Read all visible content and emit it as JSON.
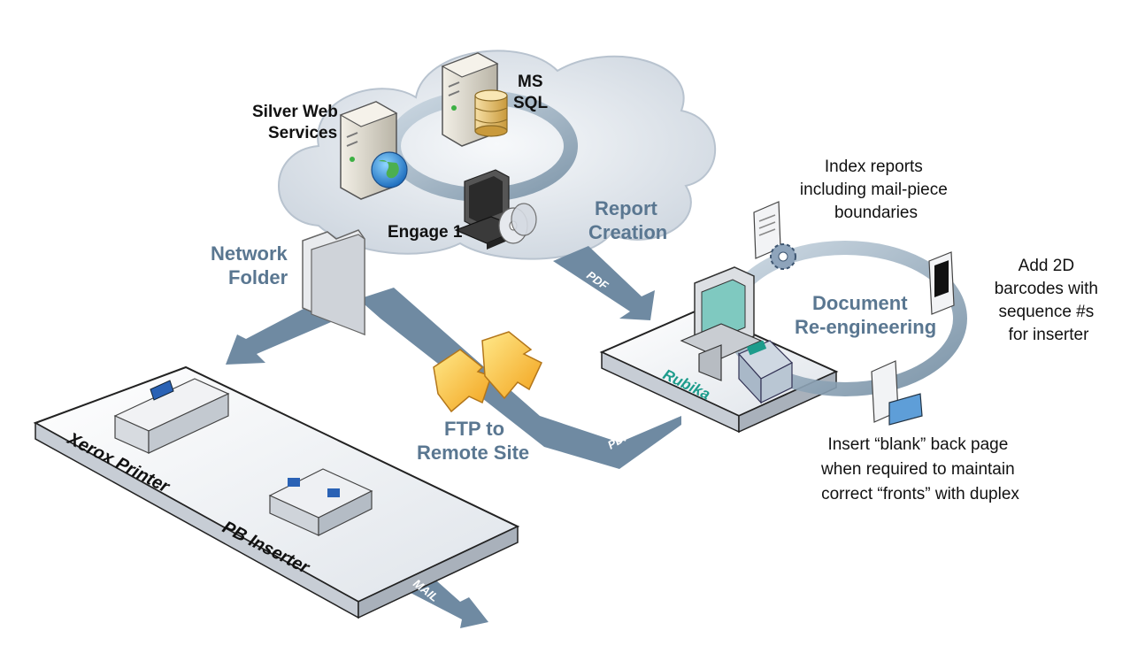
{
  "labels": {
    "silver_web_services": [
      "Silver Web",
      "Services"
    ],
    "ms_sql": [
      "MS",
      "SQL"
    ],
    "engage_1": "Engage 1",
    "report_creation": [
      "Report",
      "Creation"
    ],
    "network_folder": [
      "Network",
      "Folder"
    ],
    "ftp_remote": [
      "FTP to",
      "Remote Site"
    ],
    "document_reengineering": [
      "Document",
      "Re-engineering"
    ],
    "index_reports": [
      "Index reports",
      "including mail-piece",
      "boundaries"
    ],
    "add_2d_barcodes": [
      "Add 2D",
      "barcodes with",
      "sequence #s",
      "for inserter"
    ],
    "insert_blank": [
      "Insert “blank” back page",
      "when required to maintain",
      "correct “fronts” with duplex"
    ],
    "rubika": "Rubika",
    "xerox_printer": "Xerox Printer",
    "pb_inserter": "PB Inserter",
    "pdf_top": "PDF",
    "pdf_bottom": "PDF",
    "mail": "MAIL"
  },
  "colors": {
    "arrow": "#6f8aa2",
    "label_blue": "#5a7791",
    "cloud": "#dde3ea",
    "rubika": "#1d9c8c"
  },
  "icons": [
    "server-icon",
    "globe-icon",
    "database-icon",
    "computer-icon",
    "cd-icon",
    "folder-icon",
    "ftp-arrows-icon",
    "document-gear-icon",
    "barcode-icon",
    "blank-page-icon",
    "keypad-icon",
    "printer-icon",
    "inserter-icon"
  ]
}
